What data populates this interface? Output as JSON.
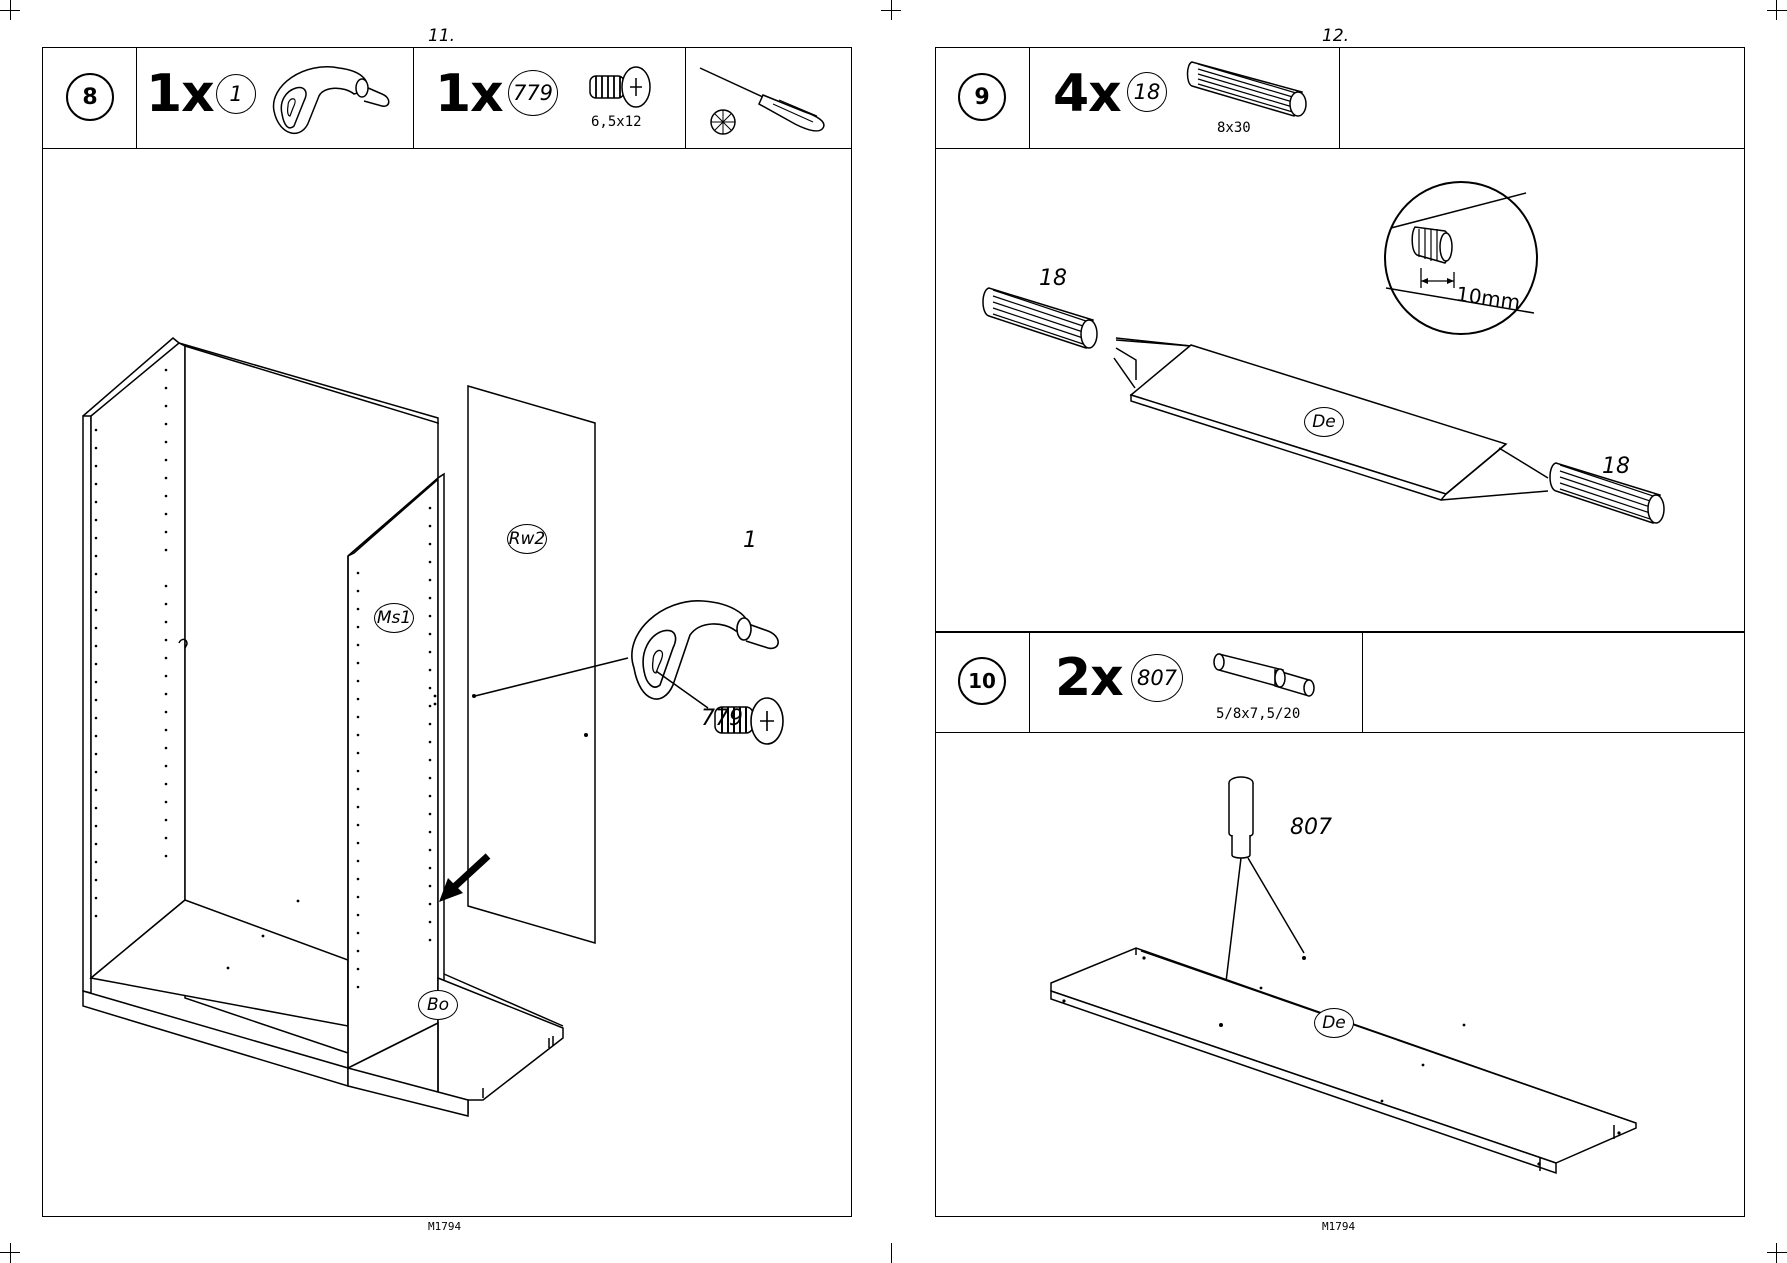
{
  "pages": [
    {
      "page_number": "11.",
      "footer": "M1794",
      "step": {
        "number": "8",
        "items": [
          {
            "qty": "1x",
            "part": "1",
            "icon": "cam-lock-fitting-icon"
          },
          {
            "qty": "1x",
            "part": "779",
            "dim": "6,5x12",
            "icon": "screw-icon"
          }
        ],
        "tool": "phillips-screwdriver-icon"
      },
      "labels": {
        "cam": "1",
        "screw": "779"
      },
      "panels": {
        "rw2": "Rw2",
        "ms1": "Ms1",
        "bo": "Bo"
      }
    },
    {
      "page_number": "12.",
      "footer": "M1794",
      "step9": {
        "number": "9",
        "qty": "4x",
        "part": "18",
        "dim": "8x30",
        "icon": "wooden-dowel-icon",
        "labels": {
          "dowel_left": "18",
          "dowel_right": "18",
          "depth": "10mm"
        },
        "panel": "De"
      },
      "step10": {
        "number": "10",
        "qty": "2x",
        "part": "807",
        "dim": "5/8x7,5/20",
        "icon": "shelf-pin-icon",
        "labels": {
          "pin": "807"
        },
        "panel": "De"
      }
    }
  ]
}
